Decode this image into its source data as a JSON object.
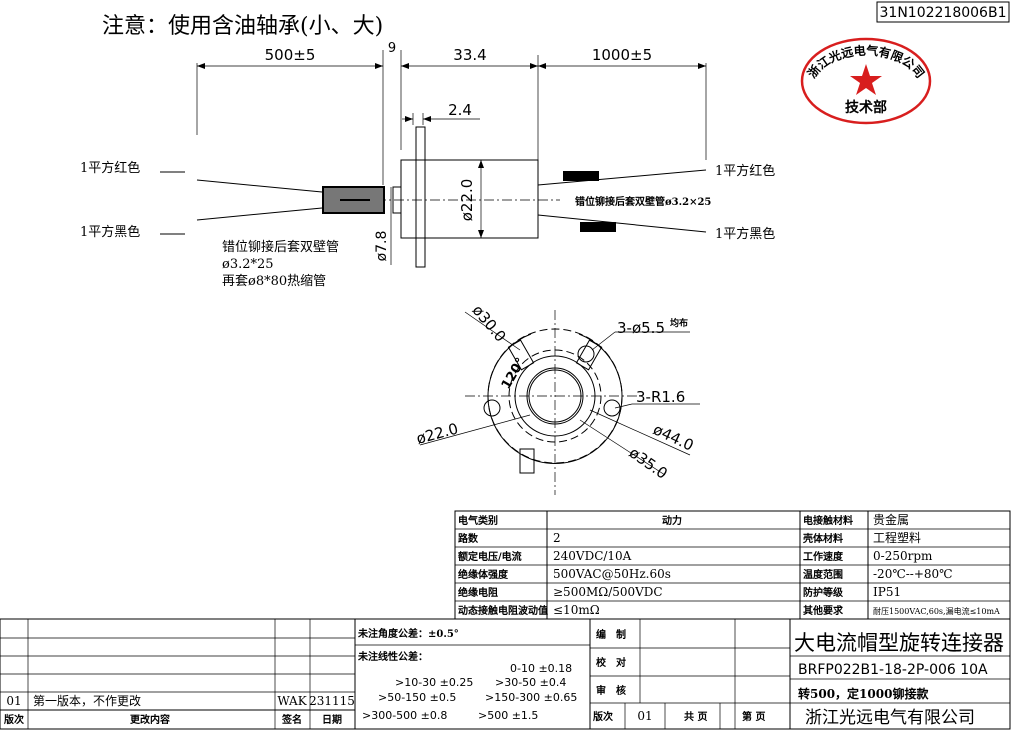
{
  "drawing_number": "31N102218006B1",
  "note_title": "注意：使用含油轴承(小、大)",
  "dims_top": {
    "left_lead": "500±5",
    "gap": "9",
    "body": "33.4",
    "right_lead": "1000±5",
    "flange": "2.4"
  },
  "dims_side": {
    "body_dia": "ø22.0",
    "shaft_dia": "ø7.8"
  },
  "wire_labels": {
    "left_red": "1平方红色",
    "left_black": "1平方黑色",
    "right_red": "1平方红色",
    "right_black": "1平方黑色",
    "right_sleeve": "错位铆接后套双壁管ø3.2×25",
    "left_note_1": "错位铆接后套双壁管",
    "left_note_2": "ø3.2*25",
    "left_note_3": "再套ø8*80热缩管"
  },
  "front_view": {
    "d30": "ø30.0",
    "holes": "3-ø5.5",
    "holes_suffix": "均布",
    "angle": "120°",
    "radius": "3-R1.6",
    "d22": "ø22.0",
    "d44": "ø44.0",
    "d35": "ø35.0"
  },
  "spec_table": {
    "header": [
      "电气类别",
      "动力",
      "电接触材料",
      "贵金属"
    ],
    "rows": [
      [
        "路数",
        "2",
        "壳体材料",
        "工程塑料"
      ],
      [
        "额定电压/电流",
        "240VDC/10A",
        "工作速度",
        "0-250rpm"
      ],
      [
        "绝缘体强度",
        "500VAC@50Hz.60s",
        "温度范围",
        "-20℃--+80℃"
      ],
      [
        "绝缘电阻",
        "≥500MΩ/500VDC",
        "防护等级",
        "IP51"
      ],
      [
        "动态接触电阻波动值",
        "≤10mΩ",
        "其他要求",
        "耐压1500VAC,60s,漏电流≤10mA"
      ]
    ]
  },
  "title_block": {
    "angle_tol": "未注角度公差：±0.5°",
    "linear_tol": "未注线性公差：",
    "tols": [
      "0-10 ±0.18",
      ">10-30 ±0.25",
      ">30-50 ±0.4",
      ">50-150 ±0.5",
      ">150-300 ±0.65",
      ">300-500 ±0.8",
      ">500 ±1.5"
    ],
    "rev_row": [
      "01",
      "第一版本，不作更改",
      "WAK",
      "231115"
    ],
    "footer": [
      "版次",
      "更改内容",
      "签名",
      "日期"
    ],
    "roles": [
      "编　制",
      "校　对",
      "审　核"
    ],
    "edition_label": "版次",
    "edition": "01",
    "total_pages": "共 页",
    "page_no": "第 页",
    "product_name": "大电流帽型旋转连接器",
    "model": "BRFP022B1-18-2P-006 10A",
    "desc": "转500，定1000铆接款",
    "company": "浙江光远电气有限公司"
  },
  "stamp": {
    "text": "浙江光远电气有限公司",
    "dept": "技术部",
    "color": "#d81e1e"
  }
}
